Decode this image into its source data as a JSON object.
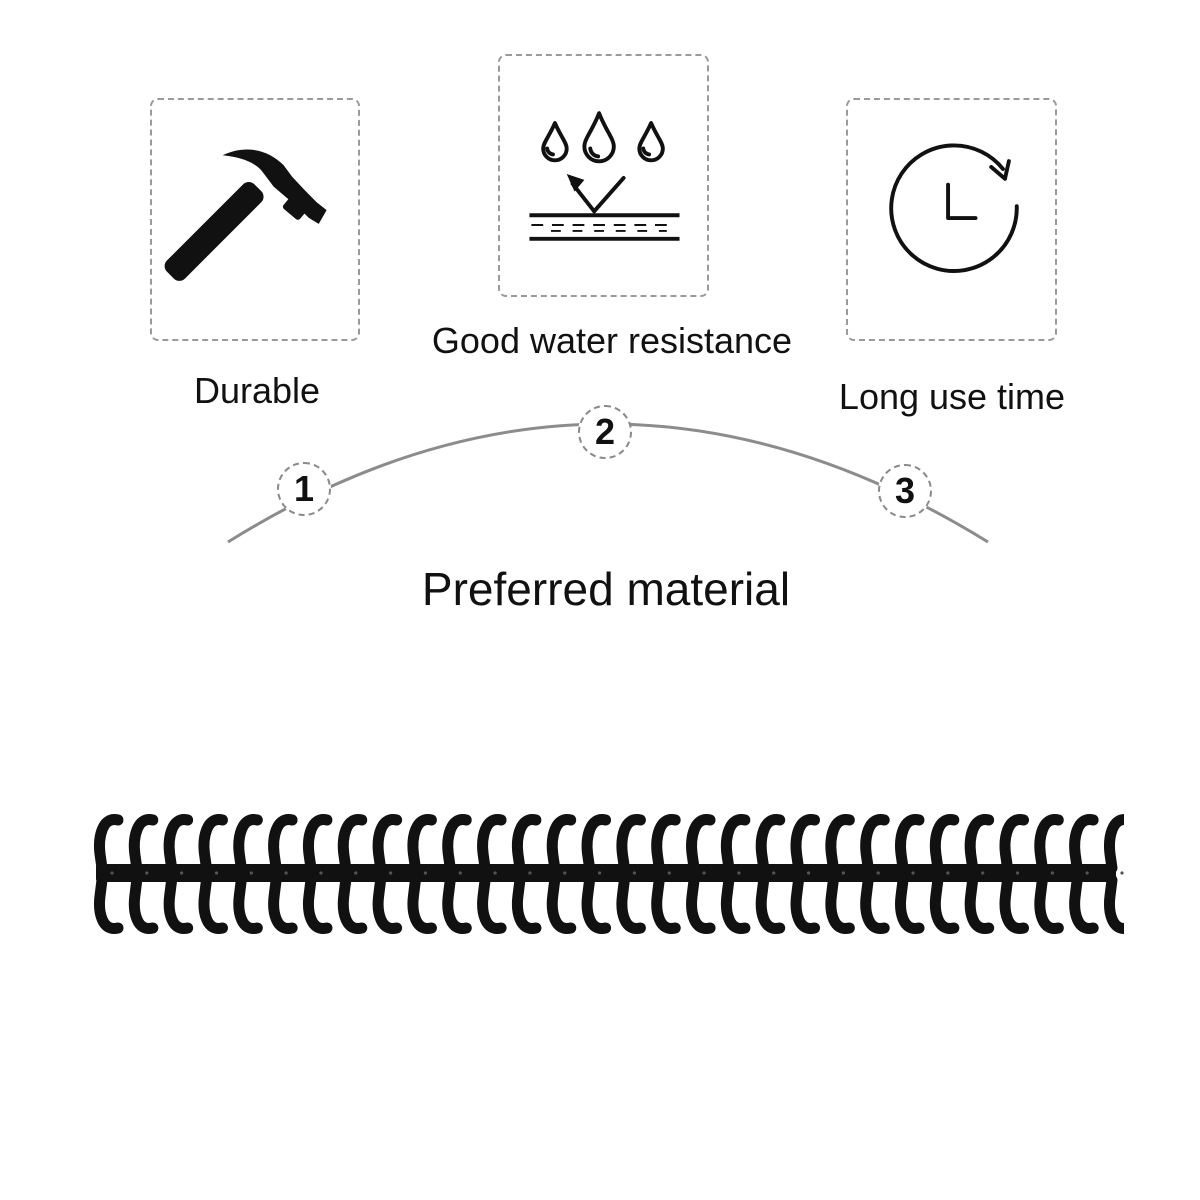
{
  "features": [
    {
      "label": "Durable",
      "icon": "hammer-icon"
    },
    {
      "label": "Good water resistance",
      "icon": "water-drops-icon"
    },
    {
      "label": "Long use time",
      "icon": "clock-rotate-icon"
    }
  ],
  "steps": [
    "1",
    "2",
    "3"
  ],
  "heading": "Preferred material",
  "product": {
    "icon": "binding-comb-spine",
    "color": "#111111",
    "ring_count": 30
  },
  "colors": {
    "border": "#9a9a9a",
    "arc": "#8c8c8c",
    "text": "#111111"
  }
}
